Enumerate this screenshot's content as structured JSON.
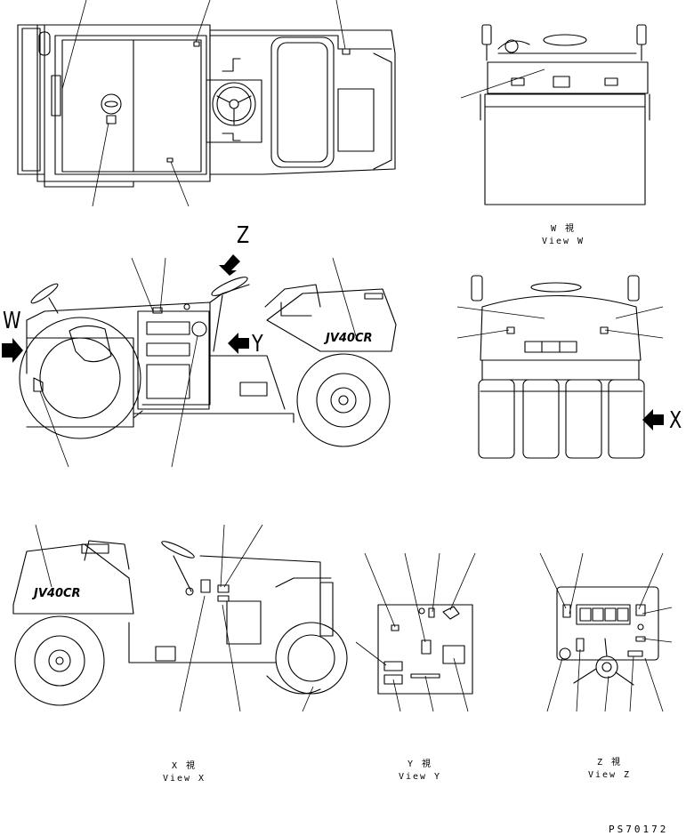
{
  "views": {
    "w": {
      "jp": "W 視",
      "en": "View W"
    },
    "x": {
      "jp": "X 視",
      "en": "View X"
    },
    "y": {
      "jp": "Y 視",
      "en": "View Y"
    },
    "z": {
      "jp": "Z 視",
      "en": "View Z"
    }
  },
  "arrows": {
    "w": "W",
    "x": "X",
    "y": "Y",
    "z": "Z"
  },
  "model_mark": "JV40CR",
  "figure_code": "PS70172"
}
